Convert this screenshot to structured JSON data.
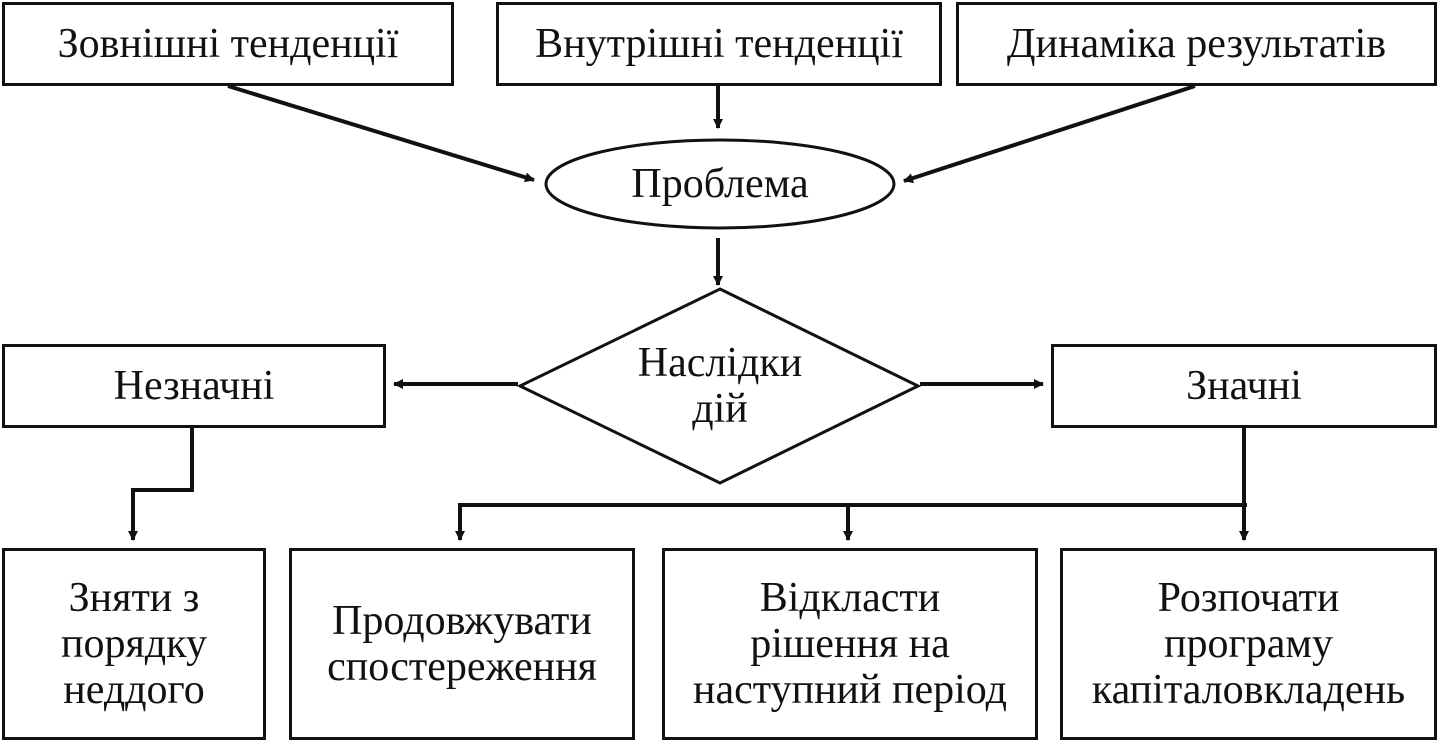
{
  "top_row": {
    "external_trends": "Зовнішні тенденції",
    "internal_trends": "Внутрішні тенденції",
    "results_dynamics": "Динаміка результатів"
  },
  "problem": "Проблема",
  "consequences": "Наслідки\nдій",
  "branches": {
    "minor": "Незначні",
    "major": "Значні"
  },
  "actions": {
    "remove_from_agenda": "Зняти з\nпорядку\nнеддого",
    "continue_observation": "Продовжувати\nспостереження",
    "postpone_decision": "Відкласти\nрішення на\nнаступний період",
    "start_investment_program": "Розпочати\nпрограму\nкапіталовкладень"
  }
}
